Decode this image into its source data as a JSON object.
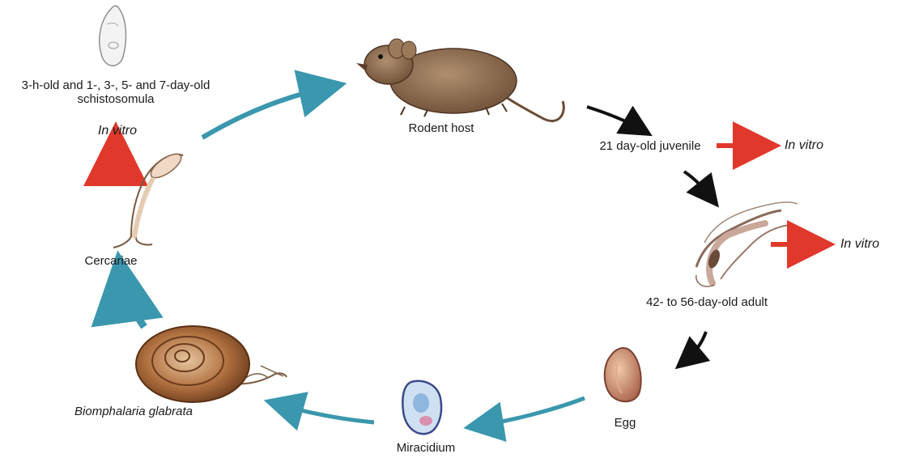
{
  "stages": {
    "schistosomula": "3-h-old and 1-, 3-, 5- and 7-day-old schistosomula",
    "rodent_host": "Rodent host",
    "juvenile": "21 day-old juvenile",
    "adult": "42- to 56-day-old adult",
    "egg": "Egg",
    "miracidium": "Miracidium",
    "snail": "Biomphalaria glabrata",
    "cercariae": "Cercariae"
  },
  "in_vitro_labels": {
    "schistosomula": "In vitro",
    "juvenile": "In vitro",
    "adult": "In vitro"
  },
  "colors": {
    "teal_arrow": "#3a97ad",
    "black_arrow": "#111111",
    "red_arrow": "#e0392b",
    "rodent_fur": "#8a6a4e",
    "snail_shell": "#a5643a",
    "egg": "#c98a6a",
    "miracidium": "#8fb6dc"
  },
  "icons": [
    "rodent-icon",
    "adult-worm-icon",
    "egg-icon",
    "miracidium-icon",
    "snail-icon",
    "cercaria-icon",
    "schistosomulum-icon"
  ]
}
